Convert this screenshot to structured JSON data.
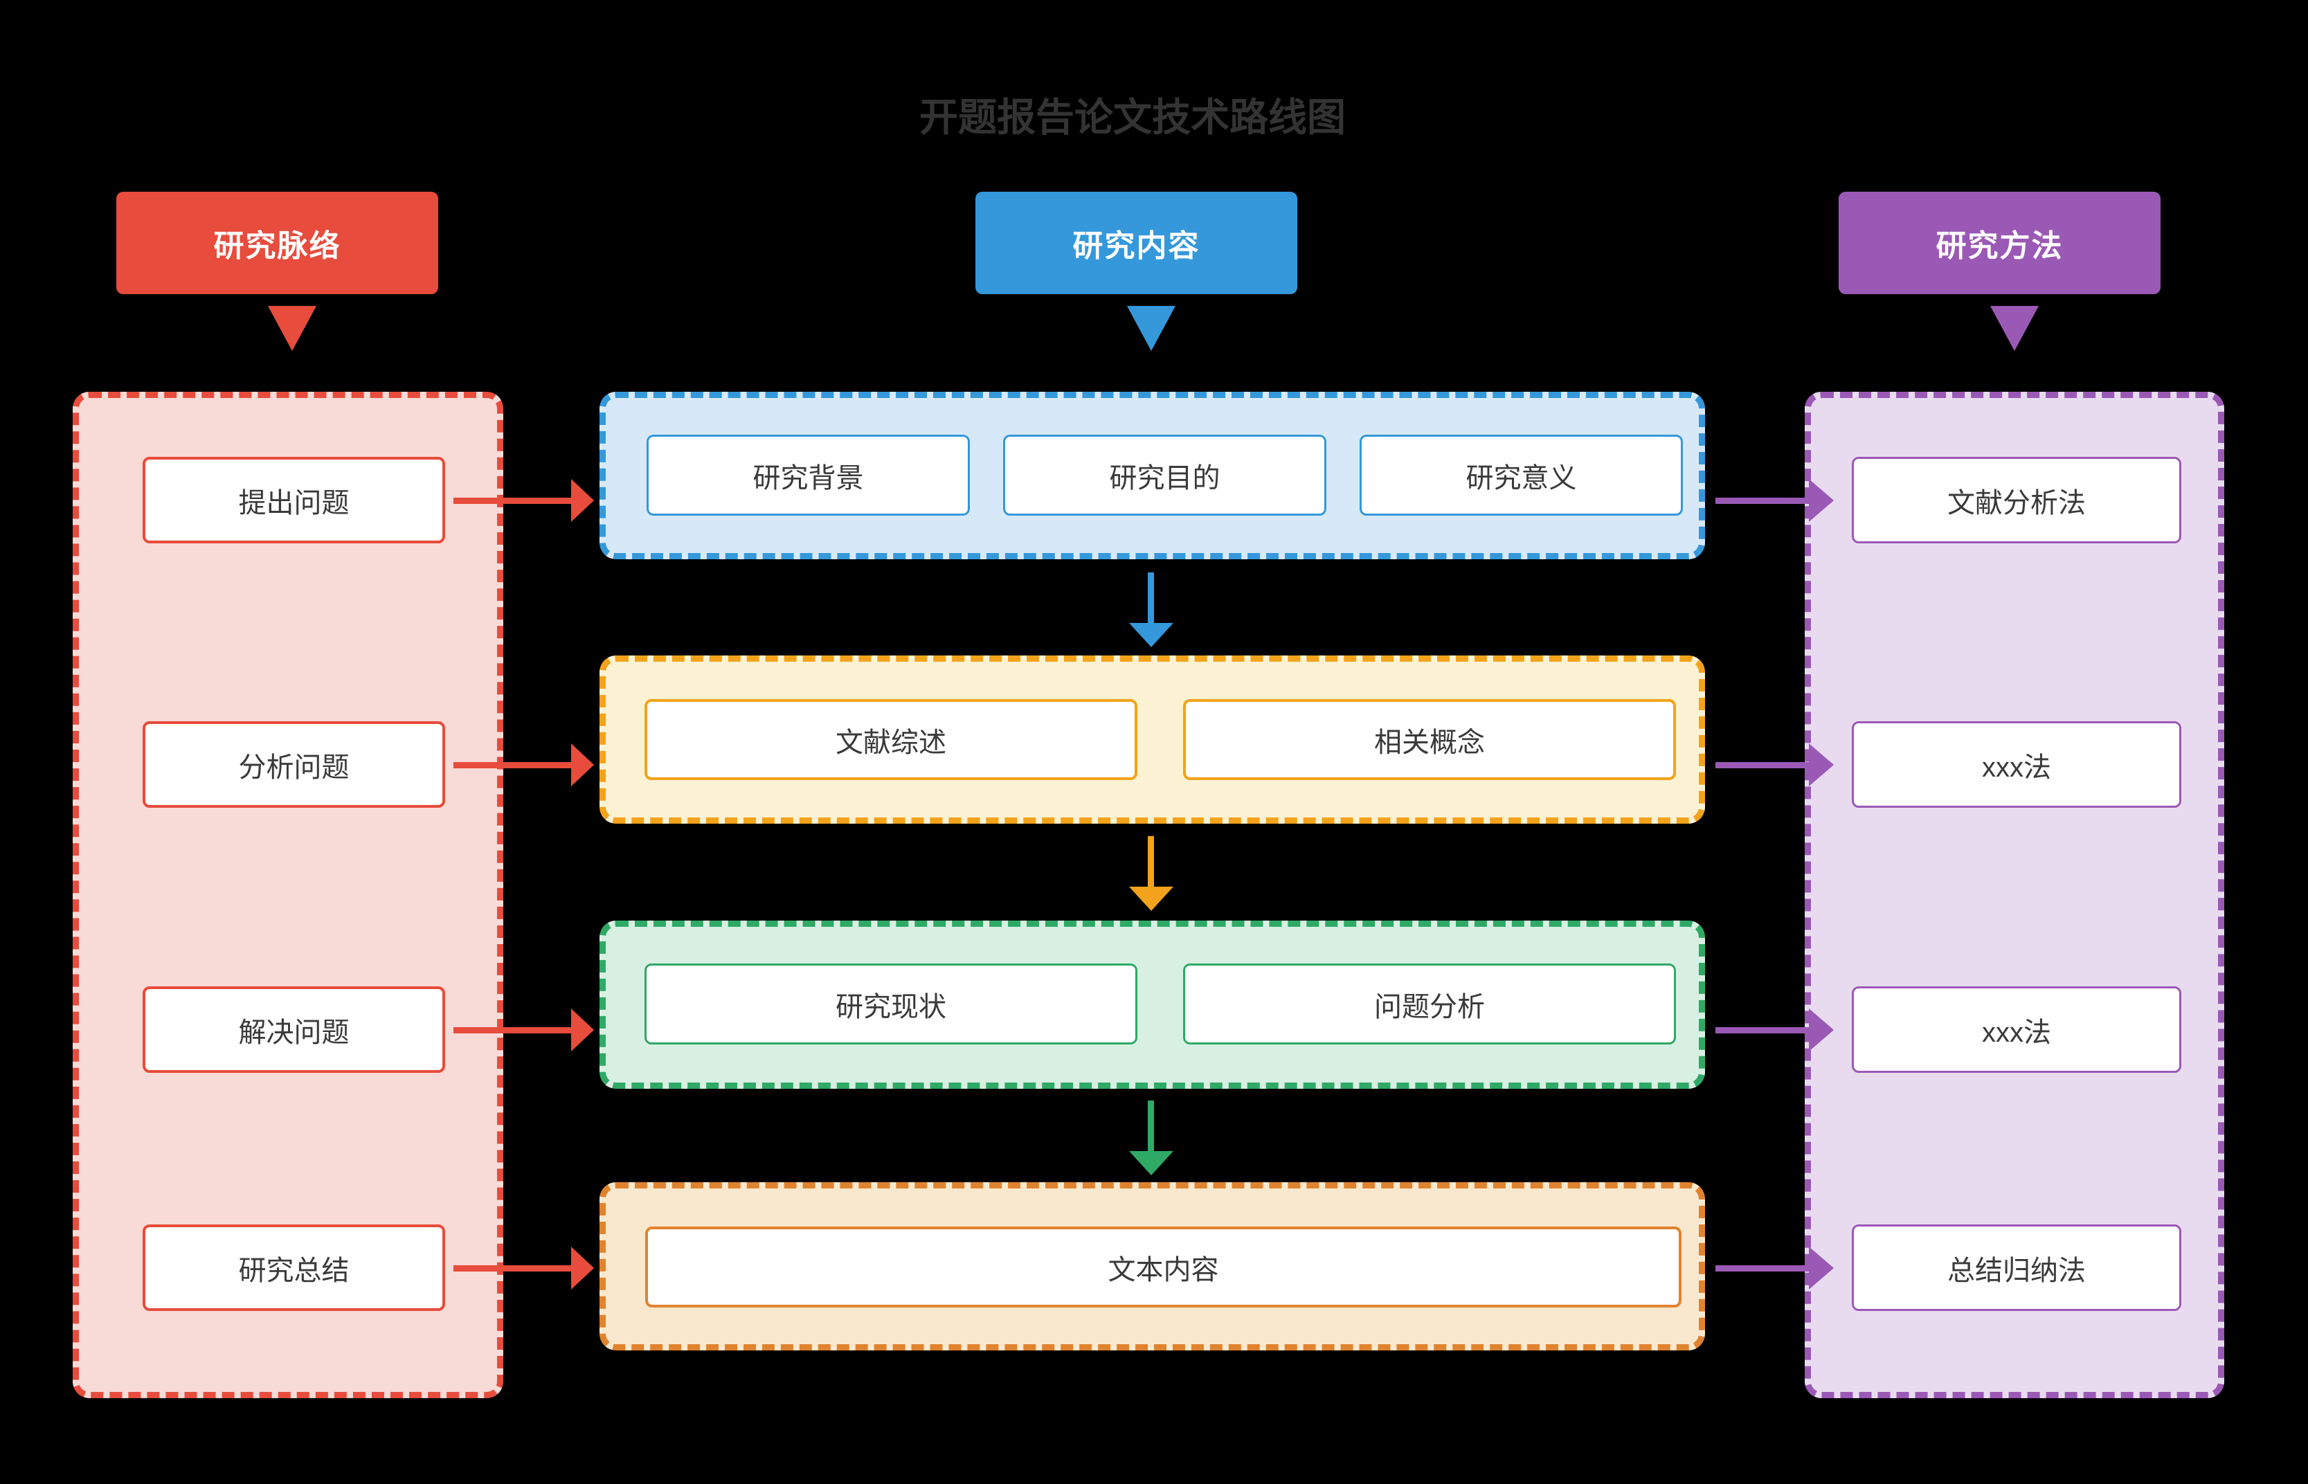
{
  "title": "开题报告论文技术路线图",
  "colors": {
    "background": "#000000",
    "title_text": "#333333",
    "node_text": "#3A3A3A",
    "red": "#E74C3C",
    "red_fill": "#F8DAD6",
    "blue": "#3498DB",
    "blue_fill": "#D7E9F8",
    "amber": "#F2A31B",
    "amber_fill": "#FBF2D4",
    "green": "#2FA966",
    "green_fill": "#D8F0E2",
    "orange": "#E0832F",
    "orange_fill": "#FAE8CE",
    "purple": "#9B59B6",
    "purple_fill": "#E8DBF0"
  },
  "headers": {
    "left": {
      "label": "研究脉络",
      "color": "#E74C3C"
    },
    "center": {
      "label": "研究内容",
      "color": "#3498DB"
    },
    "right": {
      "label": "研究方法",
      "color": "#9B59B6"
    }
  },
  "left_column": {
    "items": [
      {
        "label": "提出问题"
      },
      {
        "label": "分析问题"
      },
      {
        "label": "解决问题"
      },
      {
        "label": "研究总结"
      }
    ]
  },
  "center_rows": [
    {
      "accent": "#3498DB",
      "items": [
        {
          "label": "研究背景"
        },
        {
          "label": "研究目的"
        },
        {
          "label": "研究意义"
        }
      ]
    },
    {
      "accent": "#F2A31B",
      "items": [
        {
          "label": "文献综述"
        },
        {
          "label": "相关概念"
        }
      ]
    },
    {
      "accent": "#2FA966",
      "items": [
        {
          "label": "研究现状"
        },
        {
          "label": "问题分析"
        }
      ]
    },
    {
      "accent": "#E0832F",
      "items": [
        {
          "label": "文本内容"
        }
      ]
    }
  ],
  "right_column": {
    "items": [
      {
        "label": "文献分析法"
      },
      {
        "label": "xxx法"
      },
      {
        "label": "xxx法"
      },
      {
        "label": "总结归纳法"
      }
    ]
  },
  "arrows": {
    "left_to_center": {
      "count": 4,
      "color": "#E74C3C",
      "direction": "right"
    },
    "center_to_right": {
      "count": 4,
      "color": "#9B59B6",
      "direction": "right"
    },
    "row1_to_row2": {
      "color": "#3498DB",
      "direction": "down"
    },
    "row2_to_row3": {
      "color": "#F2A31B",
      "direction": "down"
    },
    "row3_to_row4": {
      "color": "#2FA966",
      "direction": "down"
    },
    "header_pointers": {
      "count": 3,
      "direction": "down"
    }
  }
}
